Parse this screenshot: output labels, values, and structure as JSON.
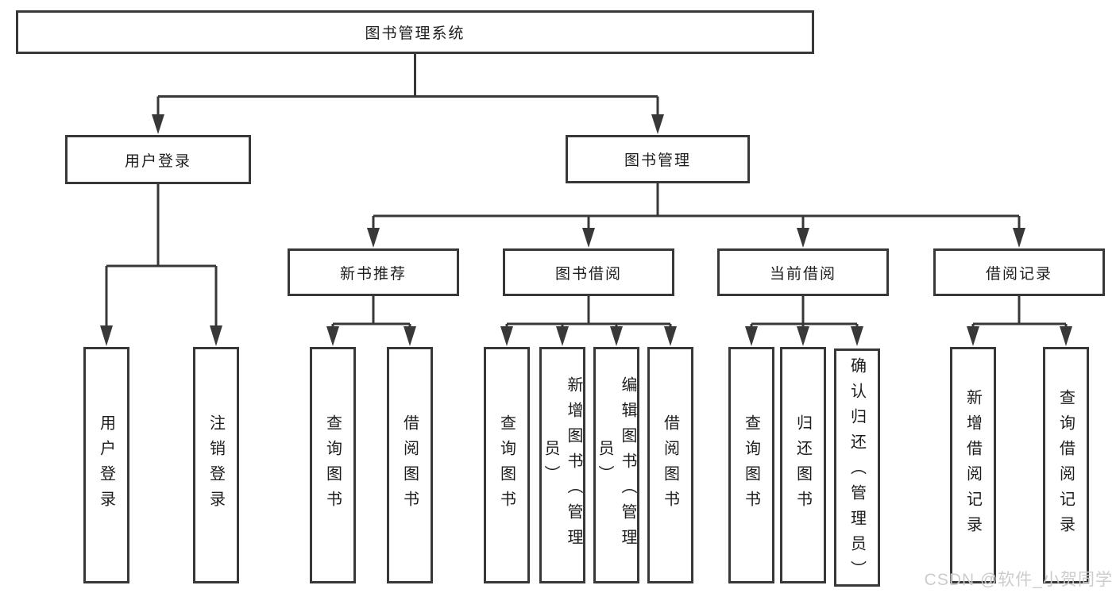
{
  "diagram": {
    "root": {
      "label": "图书管理系统"
    },
    "branches": {
      "user_login": {
        "label": "用户登录",
        "children": [
          {
            "label": "用户登录"
          },
          {
            "label": "注销登录"
          }
        ]
      },
      "book_management": {
        "label": "图书管理"
      },
      "new_book_recommend": {
        "label": "新书推荐",
        "children": [
          {
            "label": "查询图书"
          },
          {
            "label": "借阅图书"
          }
        ]
      },
      "book_borrow": {
        "label": "图书借阅",
        "children": [
          {
            "label": "查询图书"
          },
          {
            "label": "新增图书（管理员）"
          },
          {
            "label": "编辑图书（管理员）"
          },
          {
            "label": "借阅图书"
          }
        ]
      },
      "current_borrow": {
        "label": "当前借阅",
        "children": [
          {
            "label": "查询图书"
          },
          {
            "label": "归还图书"
          },
          {
            "label": "确认归还（管理员）"
          }
        ]
      },
      "borrow_records": {
        "label": "借阅记录",
        "children": [
          {
            "label": "新增借阅记录"
          },
          {
            "label": "查询借阅记录"
          }
        ]
      }
    }
  },
  "watermark": {
    "text": "CSDN @软件_小贺同学"
  },
  "colors": {
    "line": "#383838",
    "text": "#1d1d1d",
    "watermark": "#cccccc",
    "background": "#ffffff"
  }
}
